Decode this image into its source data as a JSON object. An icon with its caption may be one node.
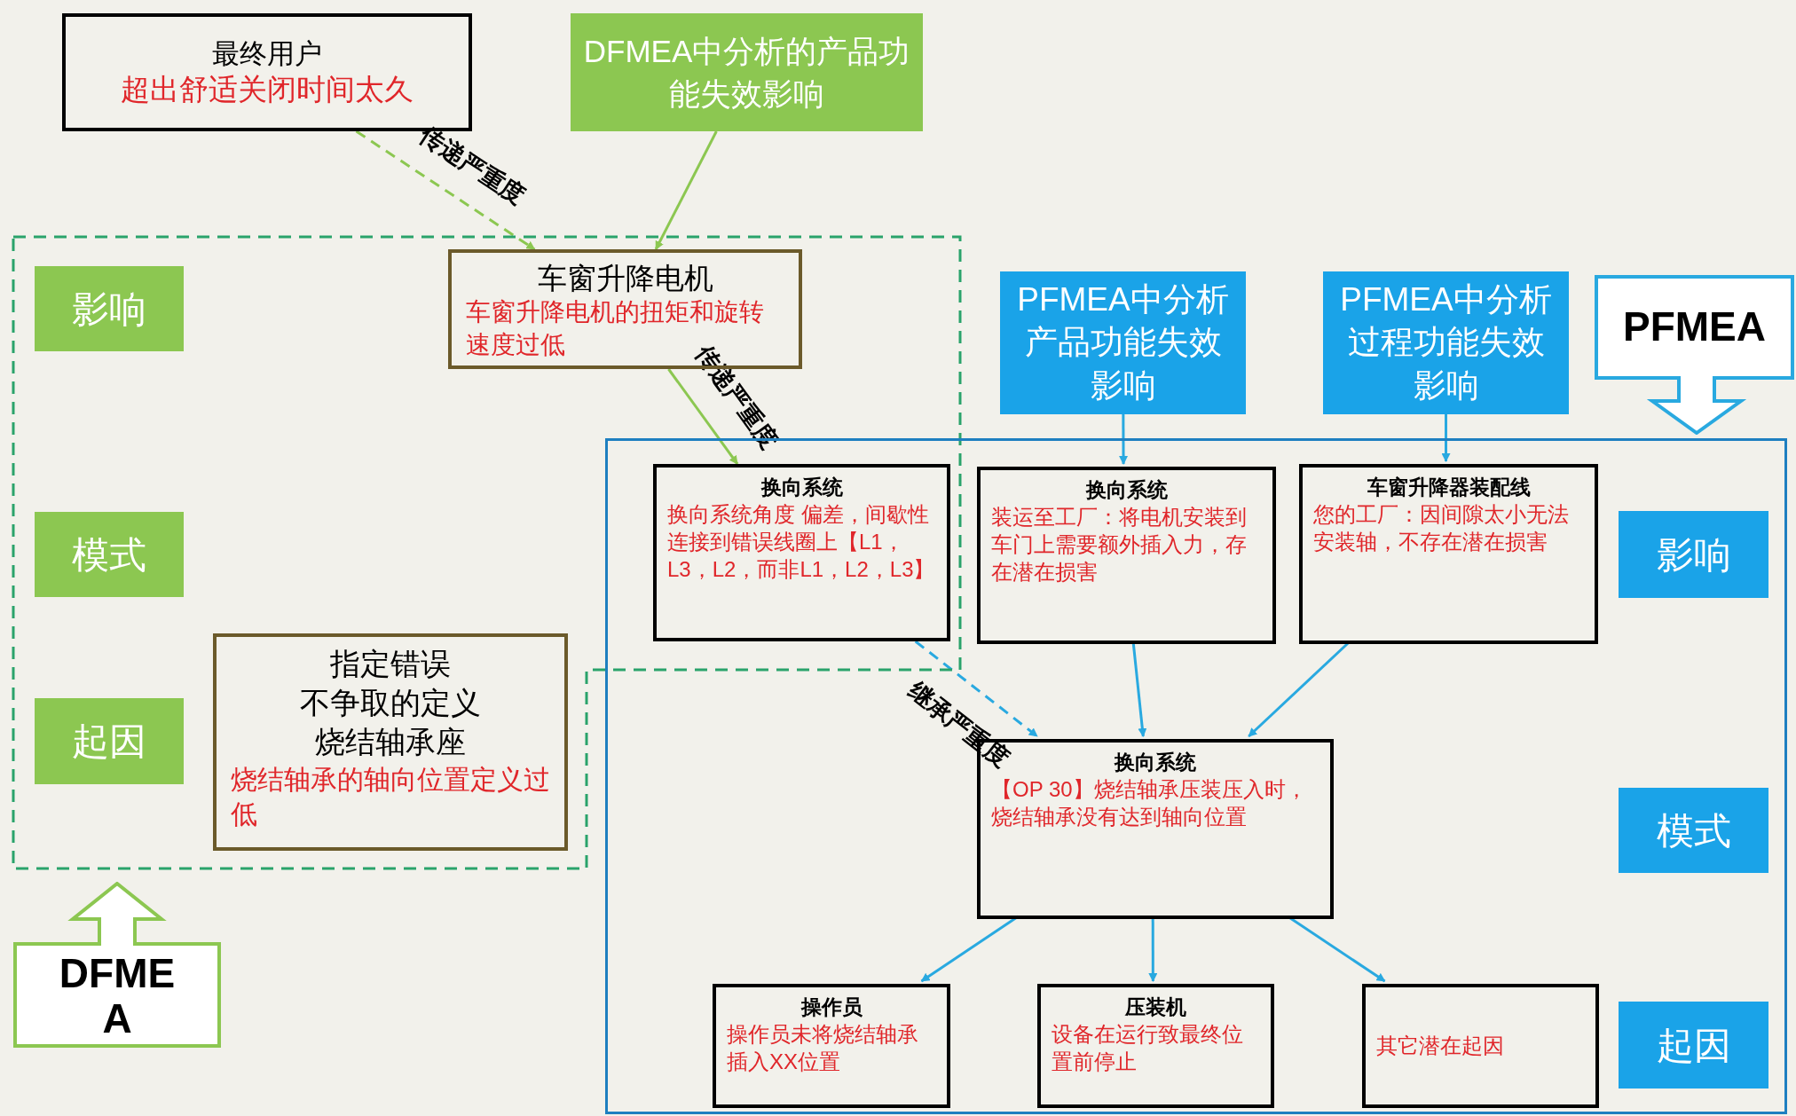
{
  "diagram": {
    "nodes": [
      {
        "text": [
          "最终用户",
          "超出舒适关闭时间太久"
        ]
      },
      {
        "text": [
          "DFMEA中分析的产品功能失效影响"
        ]
      },
      {
        "text": [],
        "shape": "box"
      },
      {
        "text": [
          "影响"
        ],
        "in": 2
      },
      {
        "text": [
          "车窗升降电机",
          "车窗升降电机的扭矩和旋转速度过低"
        ],
        "in": 2
      },
      {
        "text": [
          "PFMEA中分析产品功能失效影响"
        ]
      },
      {
        "text": [
          "PFMEA中分析过程功能失效影响"
        ]
      },
      {
        "text": [
          "PFMEA"
        ]
      },
      {
        "text": [],
        "shape": "box"
      },
      {
        "text": [
          "换向系统",
          "换向系统角度 偏差，间歇性连接到错误线圈上【L1，L3，L2，而非L1，L2，L3】"
        ]
      },
      {
        "text": [
          "换向系统",
          "装运至工厂：将电机安装到车门上需要额外插入力，存在潜在损害"
        ],
        "in": 8
      },
      {
        "text": [
          "车窗升降器装配线",
          "您的工厂：因间隙太小无法安装轴，不存在潜在损害"
        ],
        "in": 8
      },
      {
        "text": [
          "影响"
        ],
        "in": 8
      },
      {
        "text": [
          "模式"
        ],
        "in": 2
      },
      {
        "text": [
          "指定错误",
          "不争取的定义",
          "烧结轴承座",
          "烧结轴承的轴向位置定义过低"
        ],
        "in": 2
      },
      {
        "text": [
          "起因"
        ],
        "in": 2
      },
      {
        "text": [
          "换向系统",
          "【OP 30】烧结轴承压装压入时，烧结轴承没有达到轴向位置"
        ],
        "in": 8
      },
      {
        "text": [
          "模式"
        ],
        "in": 8
      },
      {
        "text": [
          "DFMEA"
        ]
      },
      {
        "text": [
          "操作员",
          "操作员未将烧结轴承插入XX位置"
        ],
        "in": 8
      },
      {
        "text": [
          "压装机",
          "设备在运行致最终位置前停止"
        ],
        "in": 8
      },
      {
        "text": [
          "其它潜在起因"
        ],
        "in": 8
      },
      {
        "text": [
          "起因"
        ],
        "in": 8
      }
    ],
    "edges": [
      {
        "from": 0,
        "to": 4,
        "arrow": "to",
        "label": "传递严重度",
        "style": "dashed",
        "color": "#8cc751"
      },
      {
        "from": 1,
        "to": 4,
        "arrow": "to",
        "color": "#8cc751"
      },
      {
        "from": 4,
        "to": 9,
        "arrow": "to",
        "label": "传递严重度",
        "color": "#8cc751"
      },
      {
        "from": 9,
        "to": 16,
        "arrow": "to",
        "label": "继承严重度",
        "style": "dashed"
      },
      {
        "from": 5,
        "to": 10,
        "arrow": "to"
      },
      {
        "from": 6,
        "to": 11,
        "arrow": "to"
      },
      {
        "from": 10,
        "to": 16,
        "arrow": "to"
      },
      {
        "from": 11,
        "to": 16,
        "arrow": "to"
      },
      {
        "from": 16,
        "to": 19,
        "arrow": "to"
      },
      {
        "from": 16,
        "to": 20,
        "arrow": "to"
      },
      {
        "from": 16,
        "to": 21,
        "arrow": "to"
      }
    ]
  }
}
